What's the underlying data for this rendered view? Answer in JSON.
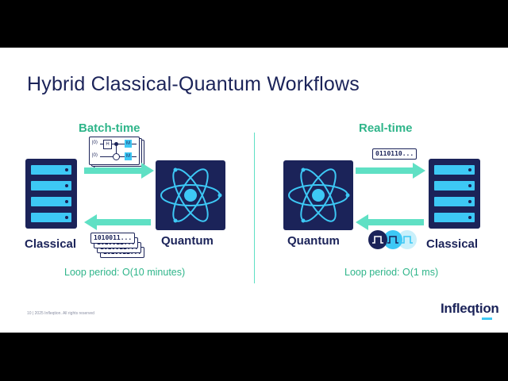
{
  "slide": {
    "title": "Hybrid Classical-Quantum Workflows",
    "footer": "10  |  2025 Infleqtion. All rights reserved",
    "logo": "Infleqtion"
  },
  "batch": {
    "heading": "Batch-time",
    "circuit": {
      "q0": "|0⟩",
      "q1": "|0⟩",
      "gate_h": "H",
      "gate_m": "M"
    },
    "classical_label": "Classical",
    "quantum_label": "Quantum",
    "bits": [
      "1010011...",
      "1010011...",
      "1010011...",
      "1010011..."
    ],
    "loop": "Loop period: O(10 minutes)"
  },
  "realtime": {
    "heading": "Real-time",
    "bits": "0110110...",
    "quantum_label": "Quantum",
    "classical_label": "Classical",
    "loop": "Loop period: O(1 ms)"
  },
  "colors": {
    "navy": "#1b2359",
    "teal": "#2fb58a",
    "cyan": "#3dc8f5",
    "arrow": "#5fe0c4"
  }
}
